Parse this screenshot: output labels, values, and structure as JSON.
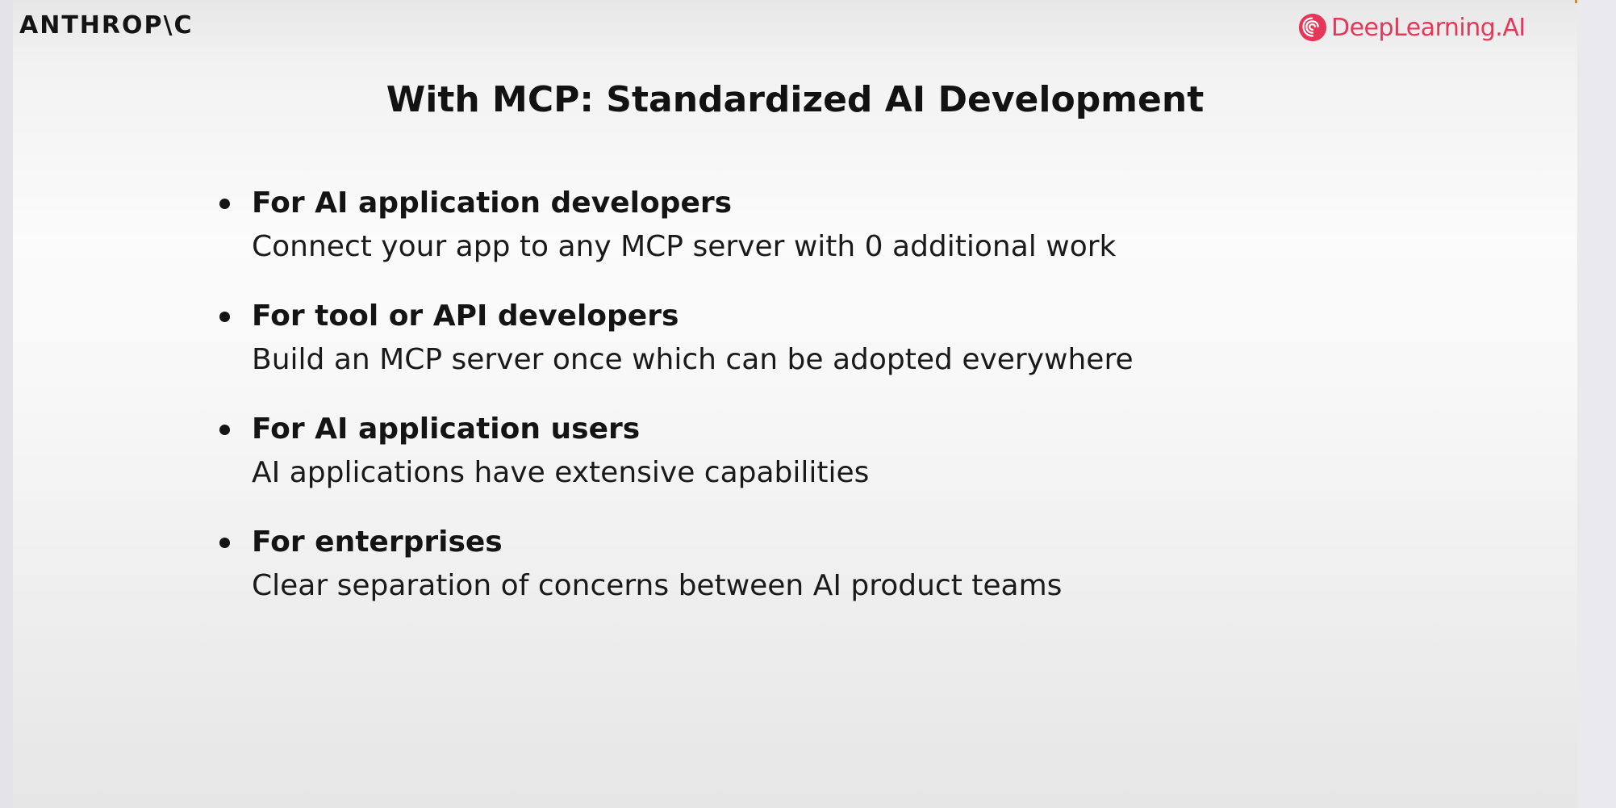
{
  "header": {
    "left_logo_text": "ANTHROP\\C",
    "right_logo_text": "DeepLearning.AI",
    "right_logo_icon": "deeplearning-ai-swirl-icon",
    "brand_color": "#e5375a"
  },
  "slide": {
    "title": "With MCP: Standardized AI Development",
    "bullets": [
      {
        "heading": "For AI application developers",
        "description": "Connect your app to any MCP server with 0 additional work"
      },
      {
        "heading": "For tool or API developers",
        "description": "Build an MCP server once which can be adopted everywhere"
      },
      {
        "heading": "For AI application users",
        "description": "AI applications have extensive capabilities"
      },
      {
        "heading": "For enterprises",
        "description": "Clear separation of concerns between AI product teams"
      }
    ]
  }
}
